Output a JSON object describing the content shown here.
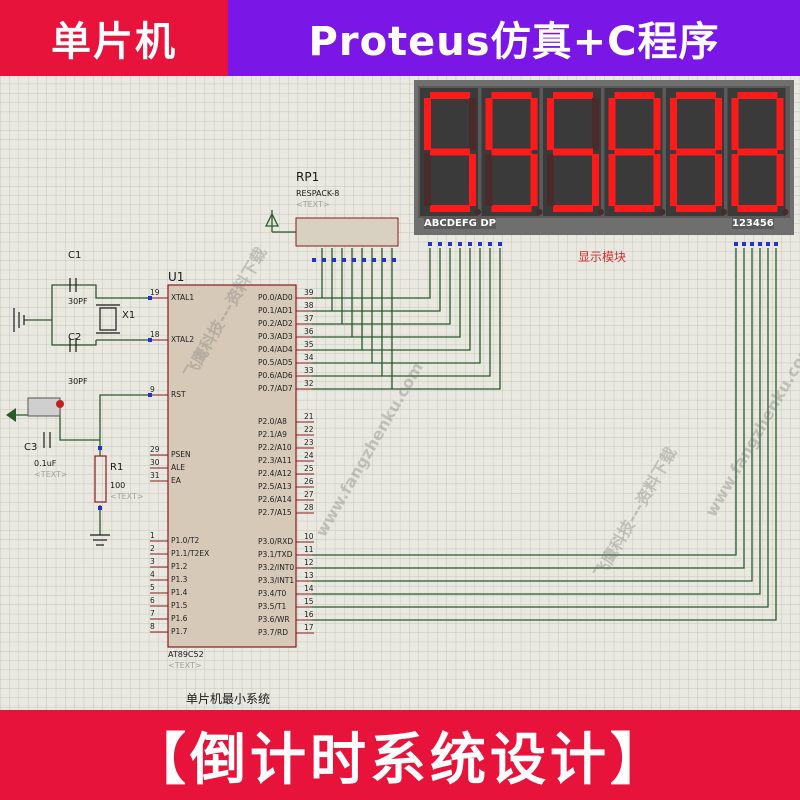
{
  "banner": {
    "left": "单片机",
    "right": "Proteus仿真+C程序"
  },
  "footer": "【倒计时系统设计】",
  "display": {
    "digits": [
      "5",
      "9",
      "5",
      "8",
      "8",
      "8"
    ],
    "segment_label": "ABCDEFG DP",
    "digit_label": "123456",
    "module_label": "显示模块",
    "color": "#ff1a1a"
  },
  "rp1": {
    "ref": "RP1",
    "part": "RESPACK-8",
    "text": "<TEXT>"
  },
  "u1": {
    "ref": "U1",
    "part": "AT89C52",
    "left_pins": [
      {
        "num": "19",
        "name": "XTAL1"
      },
      {
        "num": "18",
        "name": "XTAL2"
      },
      {
        "num": "9",
        "name": "RST"
      },
      {
        "num": "29",
        "name": "PSEN"
      },
      {
        "num": "30",
        "name": "ALE"
      },
      {
        "num": "31",
        "name": "EA"
      },
      {
        "num": "1",
        "name": "P1.0/T2"
      },
      {
        "num": "2",
        "name": "P1.1/T2EX"
      },
      {
        "num": "3",
        "name": "P1.2"
      },
      {
        "num": "4",
        "name": "P1.3"
      },
      {
        "num": "5",
        "name": "P1.4"
      },
      {
        "num": "6",
        "name": "P1.5"
      },
      {
        "num": "7",
        "name": "P1.6"
      },
      {
        "num": "8",
        "name": "P1.7"
      }
    ],
    "p0_pins": [
      {
        "num": "39",
        "name": "P0.0/AD0"
      },
      {
        "num": "38",
        "name": "P0.1/AD1"
      },
      {
        "num": "37",
        "name": "P0.2/AD2"
      },
      {
        "num": "36",
        "name": "P0.3/AD3"
      },
      {
        "num": "35",
        "name": "P0.4/AD4"
      },
      {
        "num": "34",
        "name": "P0.5/AD5"
      },
      {
        "num": "33",
        "name": "P0.6/AD6"
      },
      {
        "num": "32",
        "name": "P0.7/AD7"
      }
    ],
    "p2_pins": [
      {
        "num": "21",
        "name": "P2.0/A8"
      },
      {
        "num": "22",
        "name": "P2.1/A9"
      },
      {
        "num": "23",
        "name": "P2.2/A10"
      },
      {
        "num": "24",
        "name": "P2.3/A11"
      },
      {
        "num": "25",
        "name": "P2.4/A12"
      },
      {
        "num": "26",
        "name": "P2.5/A13"
      },
      {
        "num": "27",
        "name": "P2.6/A14"
      },
      {
        "num": "28",
        "name": "P2.7/A15"
      }
    ],
    "p3_pins": [
      {
        "num": "10",
        "name": "P3.0/RXD"
      },
      {
        "num": "11",
        "name": "P3.1/TXD"
      },
      {
        "num": "12",
        "name": "P3.2/INT0"
      },
      {
        "num": "13",
        "name": "P3.3/INT1"
      },
      {
        "num": "14",
        "name": "P3.4/T0"
      },
      {
        "num": "15",
        "name": "P3.5/T1"
      },
      {
        "num": "16",
        "name": "P3.6/WR"
      },
      {
        "num": "17",
        "name": "P3.7/RD"
      }
    ]
  },
  "components": {
    "c1": {
      "ref": "C1",
      "value": "30PF"
    },
    "c2": {
      "ref": "C2",
      "value": "30PF"
    },
    "c3": {
      "ref": "C3",
      "value": "0.1uF",
      "text": "<TEXT>"
    },
    "x1": {
      "ref": "X1"
    },
    "r1": {
      "ref": "R1",
      "value": "100",
      "text": "<TEXT>"
    }
  },
  "caption": "单片机最小系统",
  "text_placeholder": "<TEXT>",
  "watermarks": [
    "飞鹰科技---资料下载",
    "www.fangzhenku.com"
  ]
}
